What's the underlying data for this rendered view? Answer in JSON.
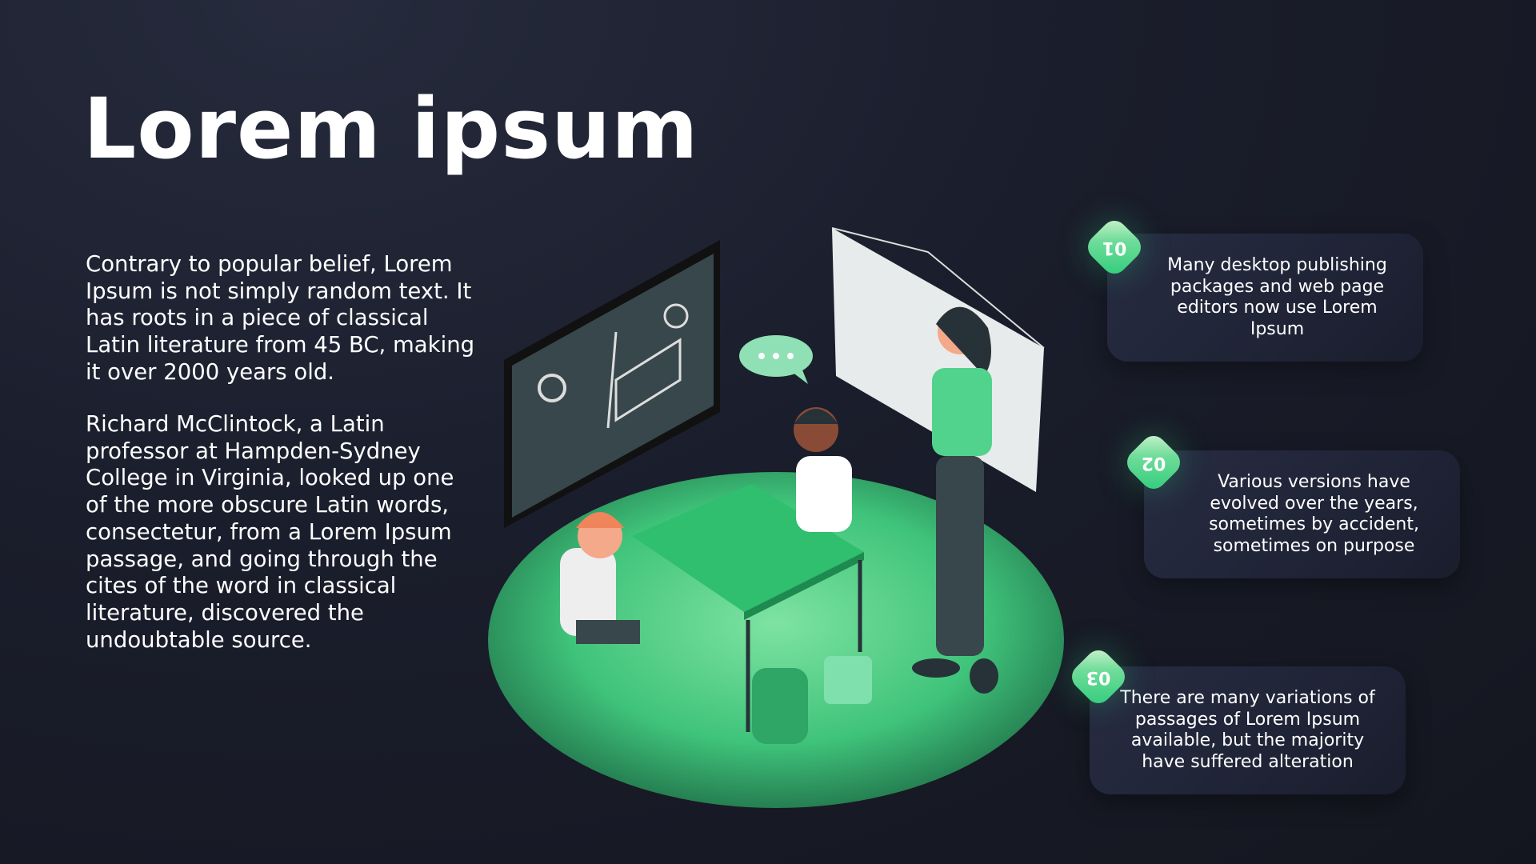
{
  "title": "Lorem ipsum",
  "paragraphs": [
    "Contrary to popular belief, Lorem Ipsum is not simply random text. It has roots in a piece of classical Latin literature from 45 BC, making it over 2000 years old.",
    "Richard McClintock, a Latin professor at Hampden-Sydney College in Virginia, looked up one of the more obscure Latin words, consectetur, from a Lorem Ipsum passage, and going through the cites of the word in classical literature, discovered the undoubtable source."
  ],
  "cards": [
    {
      "number": "01",
      "text": "Many desktop publishing packages and web page editors now use Lorem Ipsum"
    },
    {
      "number": "02",
      "text": "Various versions have evolved over the years, sometimes by accident, sometimes on purpose"
    },
    {
      "number": "03",
      "text": "There are many variations of passages of Lorem Ipsum available, but the majority have suffered alteration"
    }
  ],
  "colors": {
    "accent": "#2ecc7a",
    "background": "#1a1d2b"
  }
}
